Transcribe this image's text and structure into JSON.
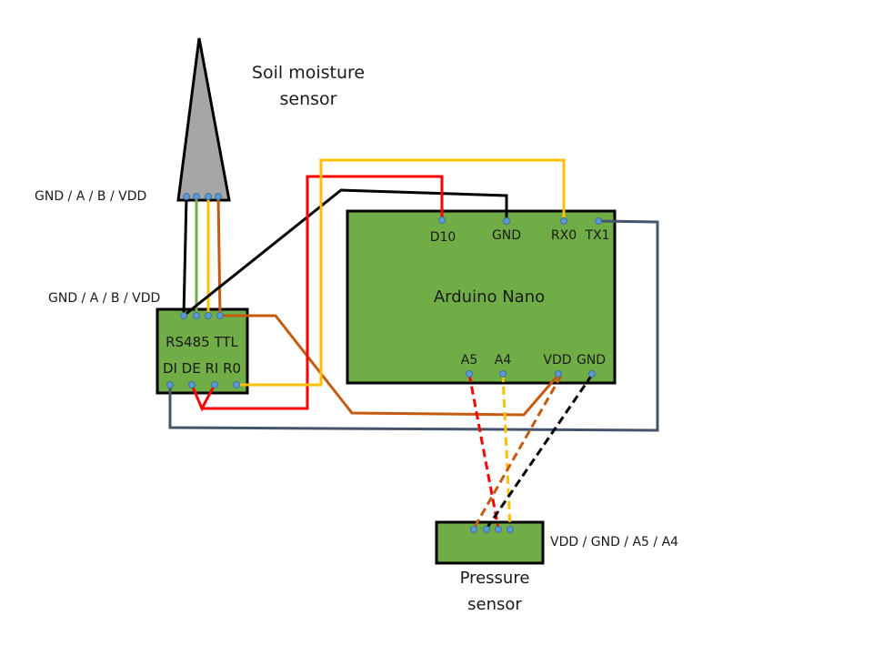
{
  "title": "Soil moisture / pressure sensor wiring diagram",
  "colors": {
    "board_green": "#70ad47",
    "probe_gray": "#a6a6a6",
    "pin_blue": "#5b9bd5",
    "wire_black": "#000000",
    "wire_green": "#70ad47",
    "wire_yellow": "#ffc000",
    "wire_orange": "#c55a11",
    "wire_red": "#ff0000",
    "wire_slate": "#44546a"
  },
  "soil_sensor": {
    "title_line1": "Soil moisture",
    "title_line2": "sensor",
    "pin_label": "GND / A / B / VDD",
    "pins": [
      "GND",
      "A",
      "B",
      "VDD"
    ]
  },
  "rs485": {
    "title": "RS485 TTL",
    "bottom_label": "DI DE RI R0",
    "top_pin_label": "GND / A / B / VDD",
    "top_pins": [
      "GND",
      "A",
      "B",
      "VDD"
    ],
    "bottom_pins": [
      "DI",
      "DE",
      "RI",
      "R0"
    ]
  },
  "arduino": {
    "title": "Arduino Nano",
    "top_pins": [
      "D10",
      "GND",
      "RX0",
      "TX1"
    ],
    "bottom_pins": [
      "A5",
      "A4",
      "VDD",
      "GND"
    ]
  },
  "pressure_sensor": {
    "title_line1": "Pressure",
    "title_line2": "sensor",
    "pin_label": "VDD / GND / A5 / A4",
    "pins": [
      "VDD",
      "GND",
      "A5",
      "A4"
    ]
  },
  "connections": [
    {
      "from": "Soil GND",
      "to": "RS485 GND",
      "color": "black",
      "style": "solid"
    },
    {
      "from": "Soil A",
      "to": "RS485 A",
      "color": "green",
      "style": "solid"
    },
    {
      "from": "Soil B",
      "to": "RS485 B",
      "color": "yellow",
      "style": "solid"
    },
    {
      "from": "Soil VDD",
      "to": "RS485 VDD",
      "color": "orange",
      "style": "solid"
    },
    {
      "from": "RS485 GND",
      "to": "Arduino GND",
      "color": "black",
      "style": "solid"
    },
    {
      "from": "RS485 VDD",
      "to": "Arduino VDD",
      "color": "orange",
      "style": "solid"
    },
    {
      "from": "RS485 DE+RI",
      "to": "Arduino D10",
      "color": "red",
      "style": "solid"
    },
    {
      "from": "RS485 R0",
      "to": "Arduino RX0",
      "color": "yellow",
      "style": "solid"
    },
    {
      "from": "RS485 DI",
      "to": "Arduino TX1",
      "color": "slate",
      "style": "solid"
    },
    {
      "from": "Arduino A5",
      "to": "Pressure A5",
      "color": "red",
      "style": "dashed"
    },
    {
      "from": "Arduino A4",
      "to": "Pressure A4",
      "color": "yellow",
      "style": "dashed"
    },
    {
      "from": "Arduino VDD",
      "to": "Pressure VDD",
      "color": "orange",
      "style": "dashed"
    },
    {
      "from": "Arduino GND",
      "to": "Pressure GND",
      "color": "black",
      "style": "dashed"
    }
  ]
}
